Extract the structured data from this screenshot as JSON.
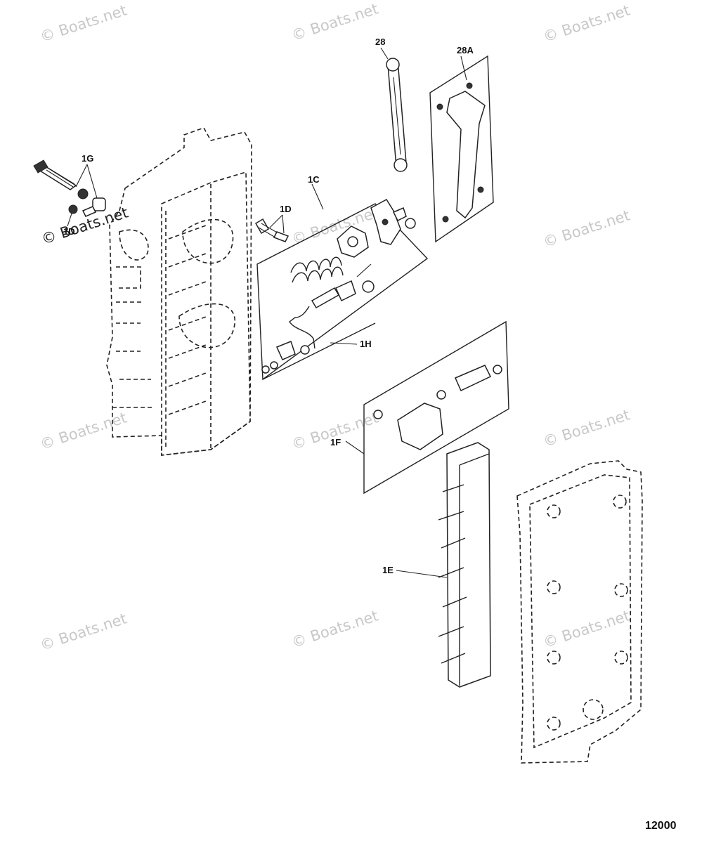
{
  "watermark": "© Boats.net",
  "figure_number": "12000",
  "labels": {
    "p28": "28",
    "p28A": "28A",
    "p1G": "1G",
    "p1D_top": "1D",
    "p1D_bottom": "1D",
    "p1C": "1C",
    "p1H": "1H",
    "p1F": "1F",
    "p1E": "1E"
  }
}
